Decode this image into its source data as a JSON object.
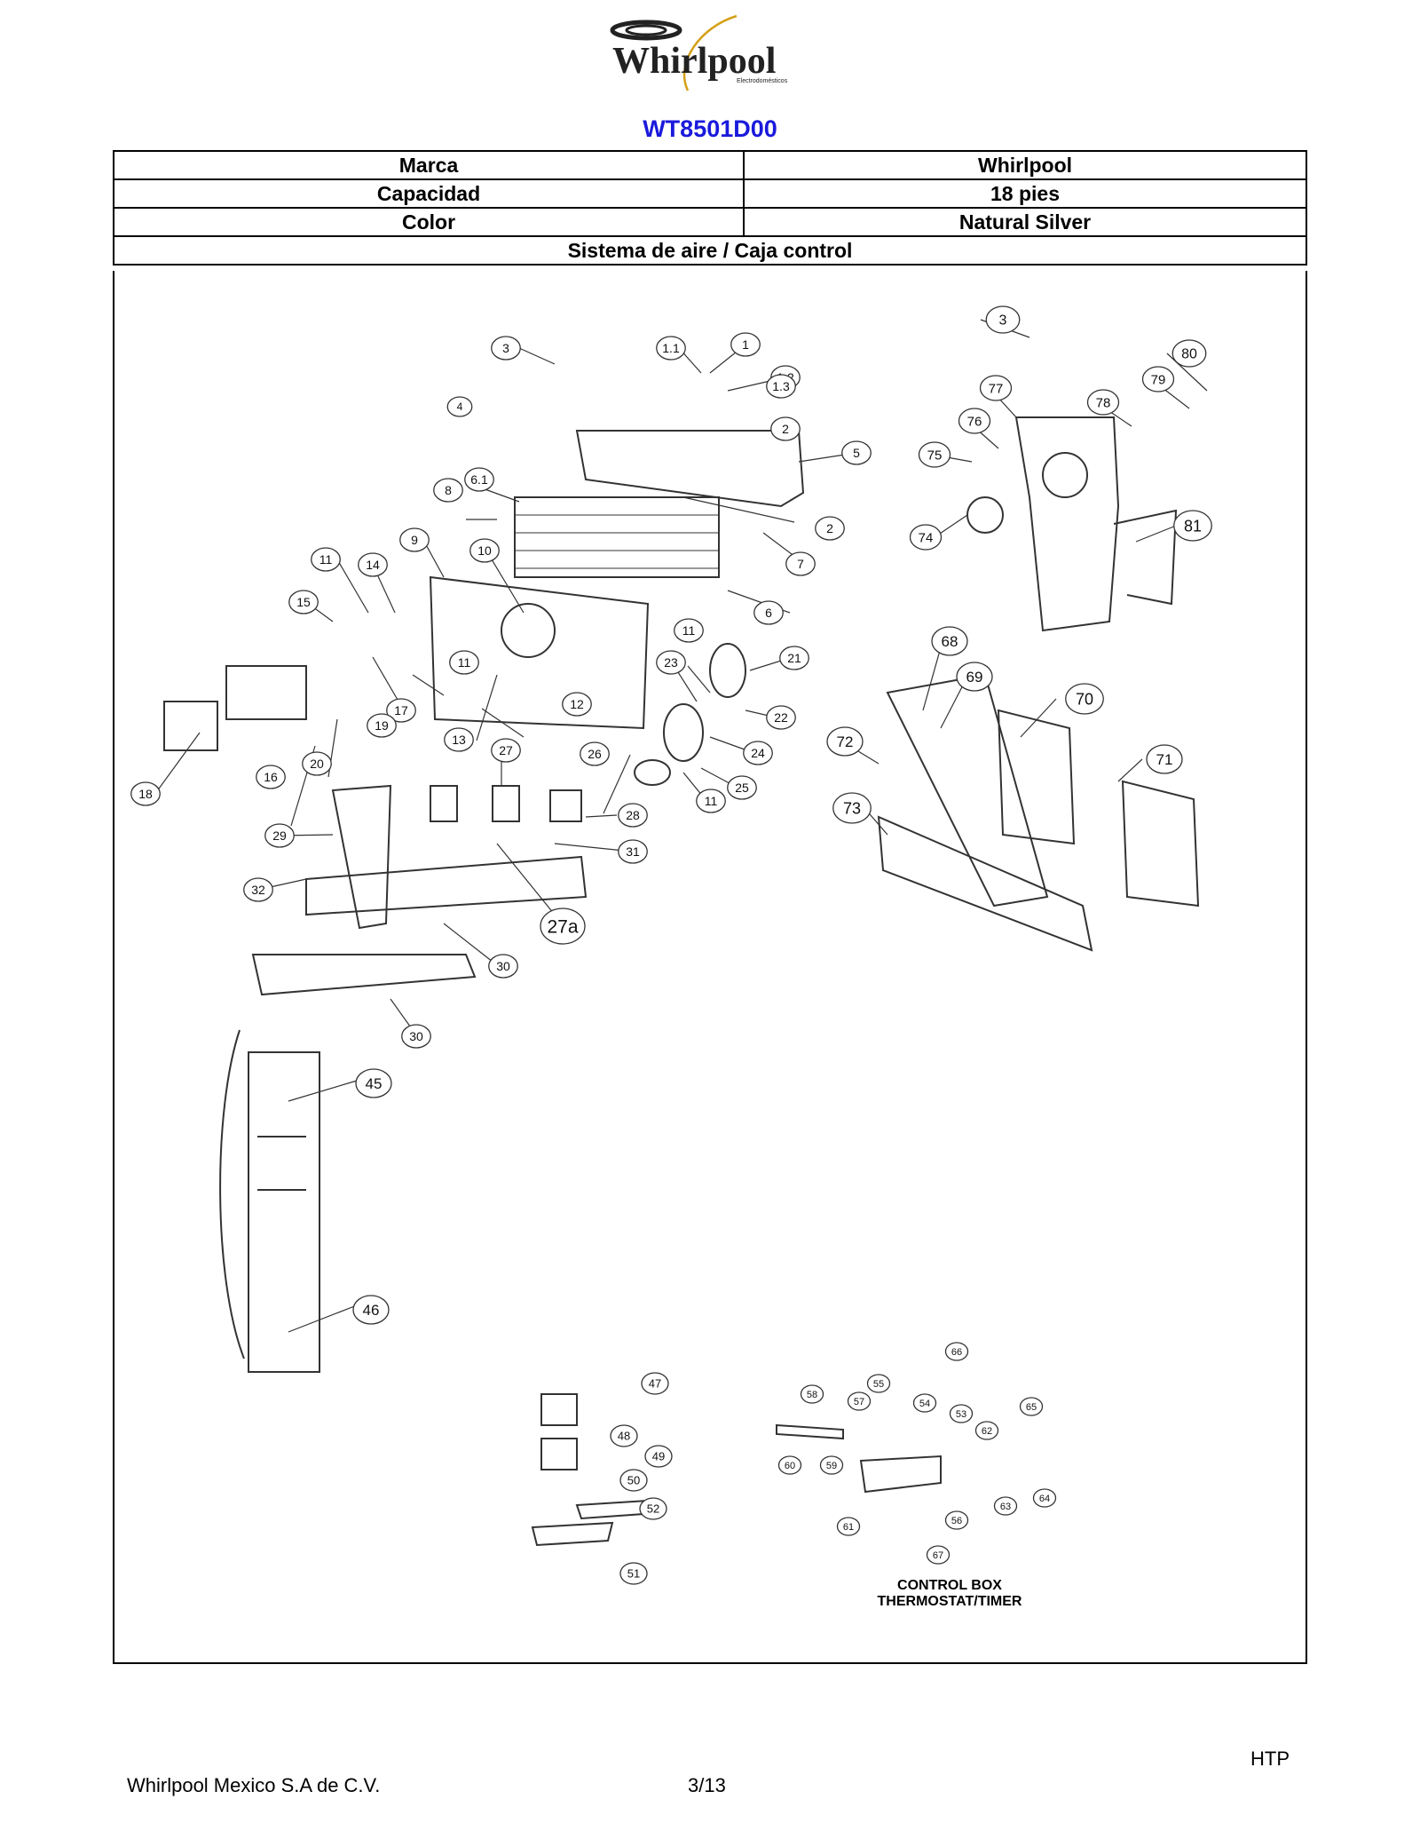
{
  "brand_logo": {
    "text": "Whirlpool",
    "subtext": "Electrodomésticos"
  },
  "model": "WT8501D00",
  "specs": [
    {
      "label": "Marca",
      "value": "Whirlpool"
    },
    {
      "label": "Capacidad",
      "value": "18 pies"
    },
    {
      "label": "Color",
      "value": "Natural Silver"
    }
  ],
  "section_title": "Sistema de aire /  Caja control",
  "callouts": {
    "evaporator": [
      "3",
      "1.1",
      "1",
      "1.2",
      "1.3",
      "2",
      "4",
      "5",
      "6.1",
      "8",
      "2",
      "7",
      "6",
      "9",
      "10",
      "11",
      "14",
      "15",
      "11",
      "12",
      "17",
      "19",
      "13",
      "20",
      "16",
      "18"
    ],
    "fan_assembly": [
      "3",
      "80",
      "79",
      "77",
      "78",
      "76",
      "75",
      "74",
      "81"
    ],
    "duct": [
      "68",
      "69",
      "70",
      "72",
      "71",
      "73"
    ],
    "thermostat": [
      "11",
      "23",
      "21",
      "22",
      "24",
      "26",
      "25",
      "11"
    ],
    "shelf": [
      "27",
      "28",
      "29",
      "31",
      "32",
      "27a",
      "30",
      "30"
    ],
    "door": [
      "45",
      "46"
    ],
    "lamp": [
      "47",
      "48",
      "49",
      "50",
      "52",
      "51"
    ],
    "control_box": [
      "66",
      "58",
      "55",
      "57",
      "54",
      "53",
      "65",
      "62",
      "60",
      "59",
      "63",
      "64",
      "56",
      "61",
      "67"
    ]
  },
  "control_box_label": [
    "CONTROL BOX",
    "THERMOSTAT/TIMER"
  ],
  "footer": {
    "company": "Whirlpool Mexico S.A de C.V.",
    "page": "3/13",
    "code": "HTP"
  }
}
